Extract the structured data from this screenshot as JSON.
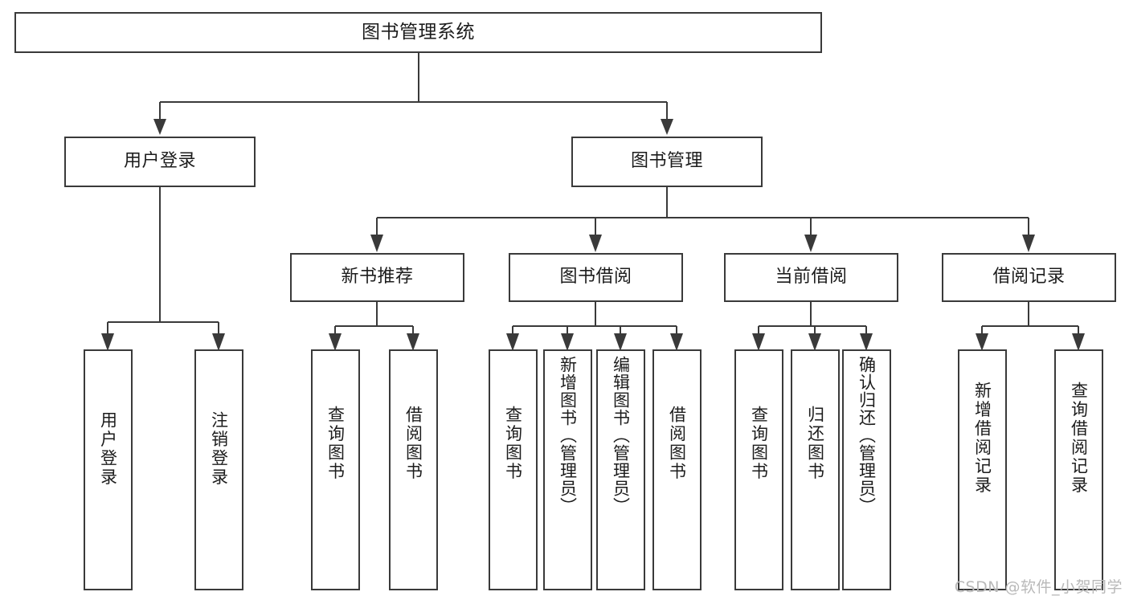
{
  "diagram": {
    "title": "图书管理系统",
    "type": "hierarchy-tree",
    "watermark": "CSDN @软件_小贺同学",
    "colors": {
      "stroke": "#3a3a3a",
      "fill": "#ffffff",
      "text": "#1c1c1c",
      "watermark": "#b9b9b9"
    },
    "levels": {
      "root": [
        "图书管理系统"
      ],
      "level2": [
        "用户登录",
        "图书管理"
      ],
      "level3": [
        "新书推荐",
        "图书借阅",
        "当前借阅",
        "借阅记录"
      ],
      "leaves": [
        "用户登录",
        "注销登录",
        "查询图书",
        "借阅图书",
        "查询图书",
        "新增图书（管理员）",
        "编辑图书（管理员）",
        "借阅图书",
        "查询图书",
        "归还图书",
        "确认归还（管理员）",
        "新增借阅记录",
        "查询借阅记录"
      ]
    },
    "nodes": {
      "root": {
        "label": "图书管理系统"
      },
      "user_login": {
        "label": "用户登录"
      },
      "book_manage": {
        "label": "图书管理"
      },
      "new_book_rec": {
        "label": "新书推荐"
      },
      "book_borrow": {
        "label": "图书借阅"
      },
      "current_borrow": {
        "label": "当前借阅"
      },
      "borrow_record": {
        "label": "借阅记录"
      },
      "leaf_user_login": {
        "label": "用户登录"
      },
      "leaf_logout": {
        "label": "注销登录"
      },
      "leaf_query_book_1": {
        "label": "查询图书"
      },
      "leaf_borrow_book_1": {
        "label": "借阅图书"
      },
      "leaf_query_book_2": {
        "label": "查询图书"
      },
      "leaf_add_book": {
        "label": "新增图书（管理员）"
      },
      "leaf_edit_book": {
        "label": "编辑图书（管理员）"
      },
      "leaf_borrow_book_2": {
        "label": "借阅图书"
      },
      "leaf_query_book_3": {
        "label": "查询图书"
      },
      "leaf_return_book": {
        "label": "归还图书"
      },
      "leaf_confirm_return": {
        "label": "确认归还（管理员）"
      },
      "leaf_add_record": {
        "label": "新增借阅记录"
      },
      "leaf_query_record": {
        "label": "查询借阅记录"
      }
    },
    "edges": [
      {
        "from": "root",
        "to": "user_login"
      },
      {
        "from": "root",
        "to": "book_manage"
      },
      {
        "from": "user_login",
        "to": "leaf_user_login"
      },
      {
        "from": "user_login",
        "to": "leaf_logout"
      },
      {
        "from": "book_manage",
        "to": "new_book_rec"
      },
      {
        "from": "book_manage",
        "to": "book_borrow"
      },
      {
        "from": "book_manage",
        "to": "current_borrow"
      },
      {
        "from": "book_manage",
        "to": "borrow_record"
      },
      {
        "from": "new_book_rec",
        "to": "leaf_query_book_1"
      },
      {
        "from": "new_book_rec",
        "to": "leaf_borrow_book_1"
      },
      {
        "from": "book_borrow",
        "to": "leaf_query_book_2"
      },
      {
        "from": "book_borrow",
        "to": "leaf_add_book"
      },
      {
        "from": "book_borrow",
        "to": "leaf_edit_book"
      },
      {
        "from": "book_borrow",
        "to": "leaf_borrow_book_2"
      },
      {
        "from": "current_borrow",
        "to": "leaf_query_book_3"
      },
      {
        "from": "current_borrow",
        "to": "leaf_return_book"
      },
      {
        "from": "current_borrow",
        "to": "leaf_confirm_return"
      },
      {
        "from": "borrow_record",
        "to": "leaf_add_record"
      },
      {
        "from": "borrow_record",
        "to": "leaf_query_record"
      }
    ]
  }
}
